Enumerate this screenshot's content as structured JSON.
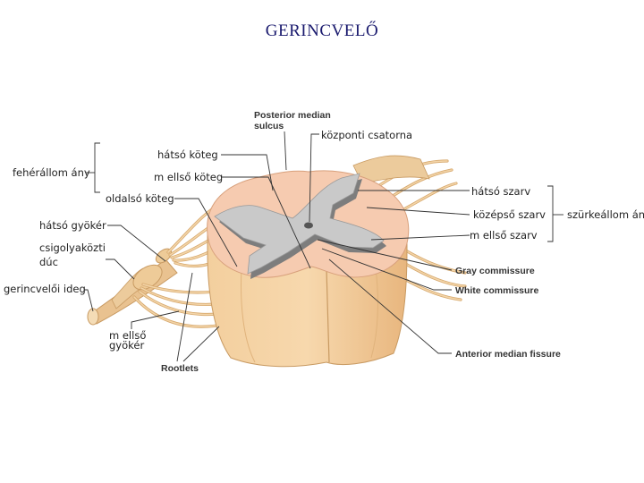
{
  "title": "GERINCVELŐ",
  "labels": {
    "posterior_median_sulcus_1": "Posterior median",
    "posterior_median_sulcus_2": "sulcus",
    "kozponti_csatorna": "központi csatorna",
    "hatso_koteg": "hátsó köteg",
    "feherallomany": "fehérállom ány",
    "mellso_koteg": "m ellső köteg",
    "oldalso_koteg": "oldalsó köteg",
    "hatso_gyoker": "hátsó gyökér",
    "csigolyakozti_1": "csigolyaközti",
    "csigolyakozti_2": "dúc",
    "gerincveloi_ideg": "gerincvelői ideg",
    "mellso_gyoker_1": "m ellső",
    "mellso_gyoker_2": "gyökér",
    "rootlets": "Rootlets",
    "hatso_szarv": "hátsó szarv",
    "kozepso_szarv": "középső szarv",
    "mellso_szarv": "m ellső szarv",
    "szurkeallomany": "szürkeállom ány",
    "gray_commissure": "Gray commissure",
    "white_commissure": "White commissure",
    "anterior_median_fissure": "Anterior median fissure"
  },
  "colors": {
    "title": "#1a1a6e",
    "white_matter": "#f5cdb0",
    "cord_side": "#f0c48e",
    "gray_matter": "#c8c8c8",
    "nerve": "#e8c08c",
    "leader": "#333333"
  }
}
